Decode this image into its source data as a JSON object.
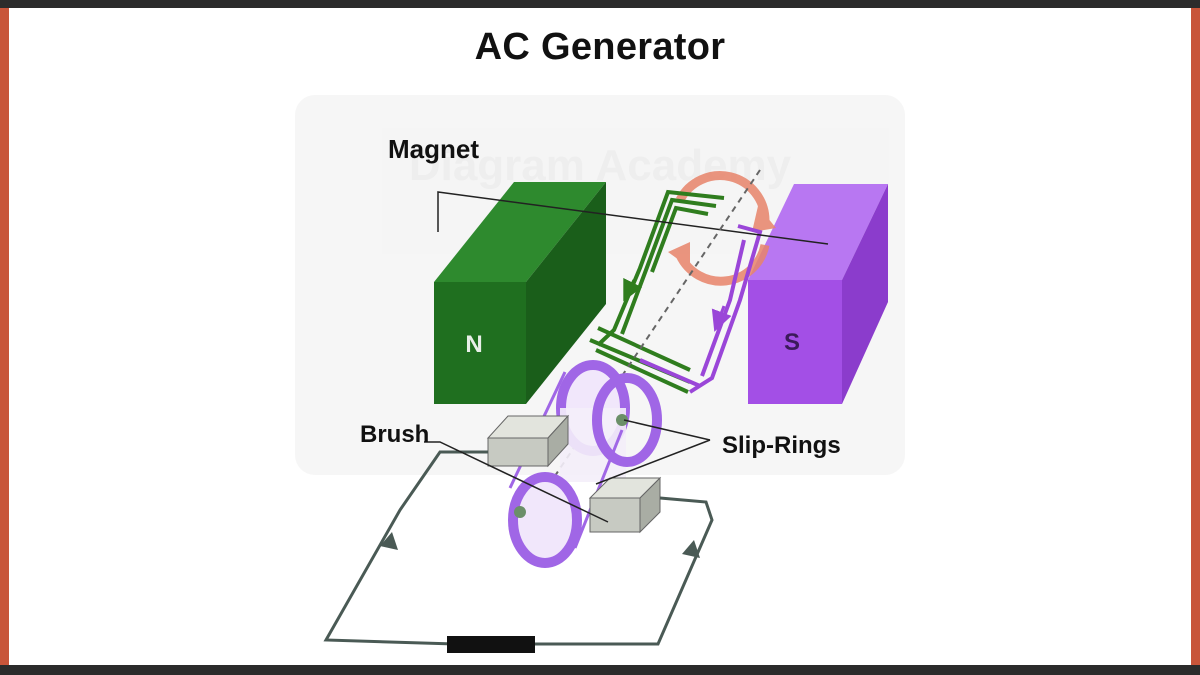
{
  "title": "AC Generator",
  "labels": {
    "magnet": "Magnet",
    "brush": "Brush",
    "slip_rings": "Slip-Rings"
  },
  "poles": {
    "north": "N",
    "south": "S"
  },
  "watermark": "Diagram Academy",
  "colors": {
    "north_magnet": "#1e6b1e",
    "south_magnet": "#a64ee8",
    "coil_green": "#2f7d1e",
    "coil_purple": "#9a46d8",
    "rotation_arrow": "#e8846a",
    "brush": "#c7cac2",
    "circuit_wire": "#4a5a55",
    "frame": "#c8553a"
  }
}
